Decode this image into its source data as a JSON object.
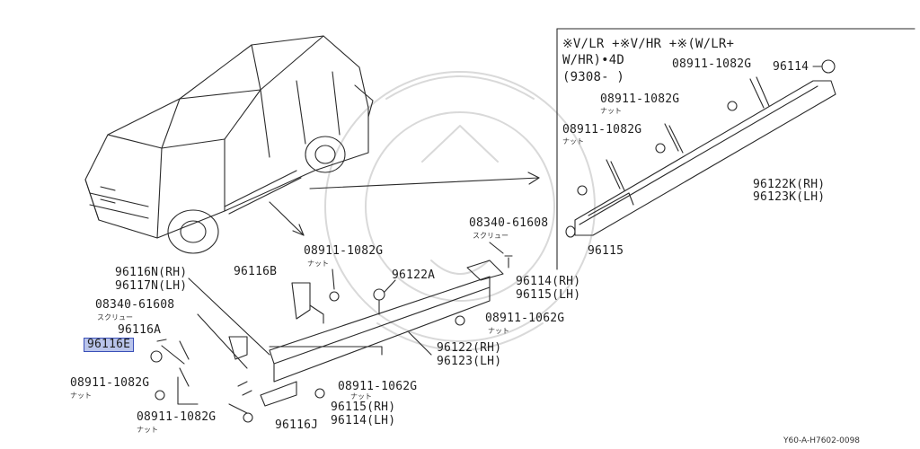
{
  "diagram": {
    "reference_code": "Y60-A-H7602-0098",
    "inset": {
      "condition_line1": "※V/LR +※V/HR +※(W/LR+",
      "condition_line2": "W/HR)•4D",
      "date_range": "(9308-      )",
      "labels": {
        "bolt_a": "08911-1082G",
        "bolt_b": "08911-1082G",
        "bolt_c": "08911-1082G",
        "cap": "96114",
        "step_rh": "96122K(RH)",
        "step_lh": "96123K(LH)",
        "end": "96115"
      },
      "subs": {
        "nut_b": "ナット",
        "nut_c": "ナット"
      }
    },
    "main": {
      "labels": {
        "screw_top": "08340-61608",
        "bracket_rh": "96116N(RH)",
        "bracket_lh": "96117N(LH)",
        "bolt_top": "08911-1082G",
        "bracket_b": "96116B",
        "bolt_122a": "96122A",
        "screw_left": "08340-61608",
        "bracket_a": "96116A",
        "bracket_e": "96116E",
        "cap_rh": "96114(RH)",
        "cap_lh": "96115(LH)",
        "bolt_right": "08911-1062G",
        "step_rh": "96122(RH)",
        "step_lh": "96123(LH)",
        "bolt_left": "08911-1082G",
        "bolt_mid": "08911-1062G",
        "end_rh": "96115(RH)",
        "end_lh": "96114(LH)",
        "bolt_bottom": "08911-1082G",
        "bracket_j": "96116J"
      },
      "subs": {
        "screw_top": "スクリュー",
        "bolt_top": "ナット",
        "screw_left": "スクリュー",
        "bolt_right": "ナット",
        "bolt_left": "ナット",
        "bolt_mid": "ナット",
        "bolt_bottom": "ナット"
      }
    }
  }
}
